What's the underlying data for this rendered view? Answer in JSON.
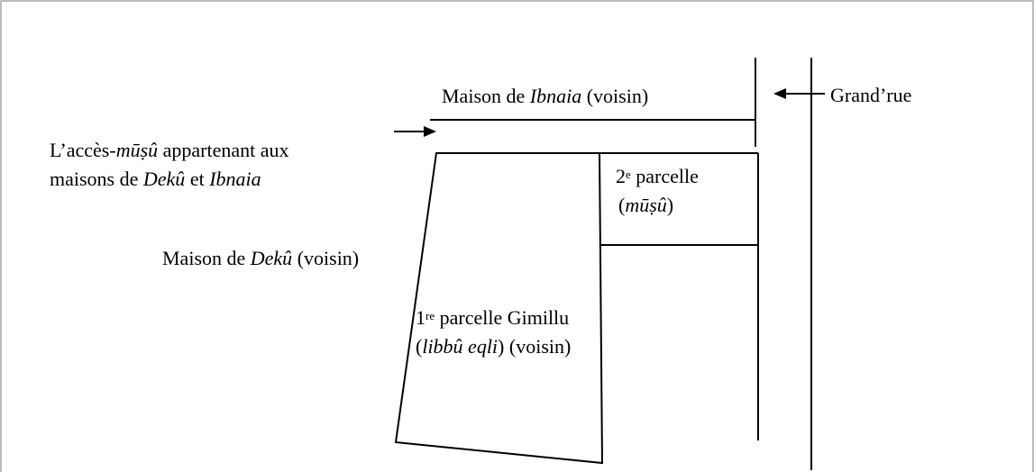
{
  "labels": {
    "ibnaia_house": {
      "prefix": "Maison de ",
      "name": "Ibnaia",
      "suffix": " (voisin)"
    },
    "grand_rue": "Grand’rue",
    "access_line1": {
      "prefix": "L’accès-",
      "term": "mūṣû",
      "suffix": " appartenant aux"
    },
    "access_line2": {
      "prefix": "maisons de ",
      "name1": "Dekû",
      "mid": " et ",
      "name2": "Ibnaia"
    },
    "second_parcel": {
      "number": "2",
      "sup": "e",
      "text": " parcelle",
      "term": "mūṣû"
    },
    "deku_house": {
      "prefix": "Maison de ",
      "name": "Dekû",
      "suffix": " (voisin)"
    },
    "first_parcel_line1": {
      "number": "1",
      "sup": "re",
      "text": " parcelle Gimillu"
    },
    "first_parcel_line2": {
      "term": "libbû eqli",
      "suffix": " (voisin)"
    }
  },
  "colors": {
    "line": "#000000",
    "border": "#7a7a7a"
  }
}
